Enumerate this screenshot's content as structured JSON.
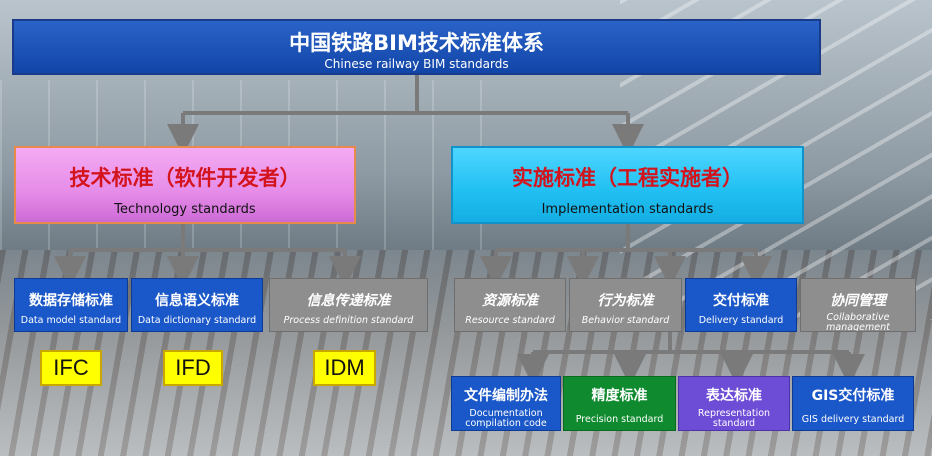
{
  "root": {
    "cn": "中国铁路BIM技术标准体系",
    "en": "Chinese railway BIM standards"
  },
  "technology": {
    "cn": "技术标准（软件开发者）",
    "en": "Technology standards",
    "children": [
      {
        "cn": "数据存储标准",
        "en": "Data model standard",
        "format": "IFC"
      },
      {
        "cn": "信息语义标准",
        "en": "Data dictionary standard",
        "format": "IFD"
      },
      {
        "cn": "信息传递标准",
        "en": "Process definition standard",
        "format": "IDM"
      }
    ]
  },
  "implementation": {
    "cn": "实施标准（工程实施者）",
    "en": "Implementation standards",
    "children": [
      {
        "cn": "资源标准",
        "en": "Resource standard"
      },
      {
        "cn": "行为标准",
        "en": "Behavior standard"
      },
      {
        "cn": "交付标准",
        "en": "Delivery standard"
      },
      {
        "cn": "协同管理",
        "en": "Collaborative management"
      }
    ]
  },
  "delivery": {
    "children": [
      {
        "cn": "文件编制办法",
        "en": "Documentation compilation  code"
      },
      {
        "cn": "精度标准",
        "en": "Precision standard"
      },
      {
        "cn": "表达标准",
        "en": "Representation standard"
      },
      {
        "cn": "GIS交付标准",
        "en": "GIS delivery standard"
      }
    ]
  },
  "colors": {
    "root": "#1245a8",
    "technology": "#e58ce8",
    "implementation": "#20bff2",
    "blue_box": "#1a57c8",
    "gray_box": "#8e8e8e",
    "precision": "#0f8a2e",
    "representation": "#6d4cd6",
    "format_label": "#ffff00",
    "connector": "#7a7a7a"
  }
}
